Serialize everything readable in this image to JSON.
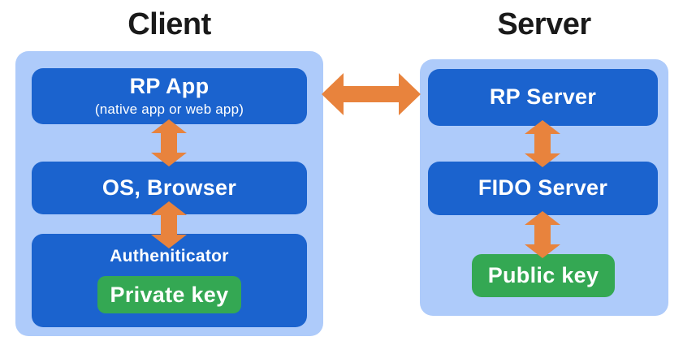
{
  "colors": {
    "container_blue": "#AECBFA",
    "box_blue": "#1B63CE",
    "key_green": "#34A853",
    "arrow_orange": "#E8833D",
    "title_black": "#1A1A1A"
  },
  "client": {
    "title": "Client",
    "rp_app": {
      "label": "RP App",
      "sublabel": "(native app or web app)"
    },
    "os_browser": {
      "label": "OS, Browser"
    },
    "authenticator": {
      "label": "Autheniticator"
    },
    "private_key": {
      "label": "Private key"
    }
  },
  "server": {
    "title": "Server",
    "rp_server": {
      "label": "RP Server"
    },
    "fido_server": {
      "label": "FIDO Server"
    },
    "public_key": {
      "label": "Public key"
    }
  }
}
